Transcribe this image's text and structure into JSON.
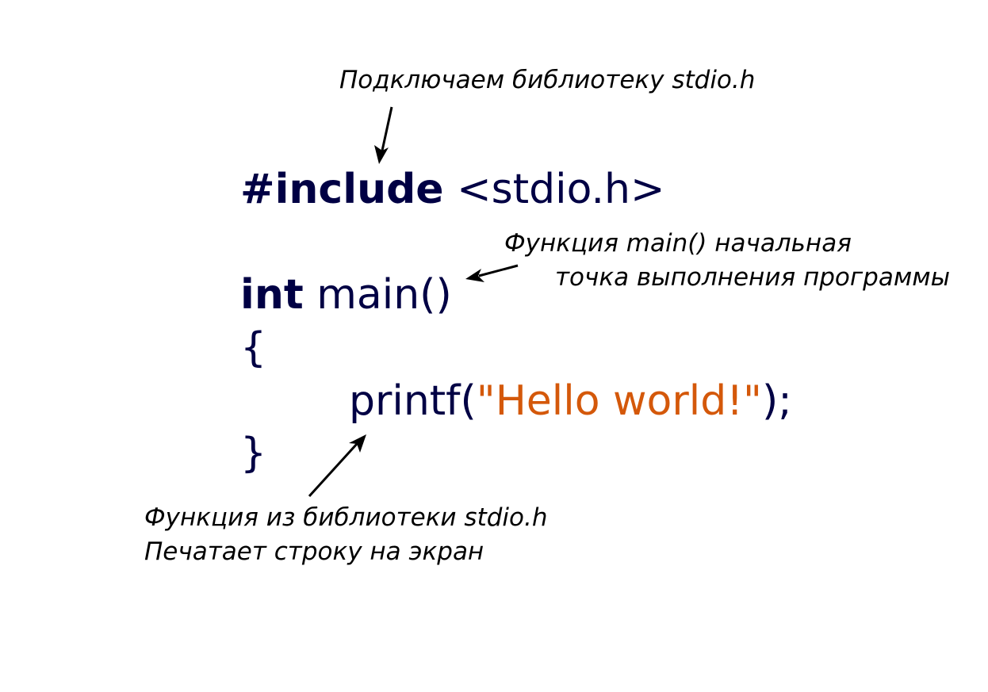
{
  "annotations": {
    "include_note": "Подключаем библиотеку stdio.h",
    "main_note_line1": "Функция main() начальная",
    "main_note_line2": "точка выполнения программы",
    "printf_note_line1": "Функция из библиотеки stdio.h",
    "printf_note_line2": "Печатает строку на экран"
  },
  "code": {
    "include_keyword": "#include",
    "include_target": "<stdio.h>",
    "int_keyword": "int",
    "main_decl": "main()",
    "open_brace": "{",
    "printf_call": "printf(",
    "printf_string": "\"Hello world!\"",
    "printf_end": ");",
    "close_brace": "}"
  },
  "colors": {
    "code_text": "#000044",
    "string_literal": "#d4580a",
    "annotation_text": "#000000"
  }
}
